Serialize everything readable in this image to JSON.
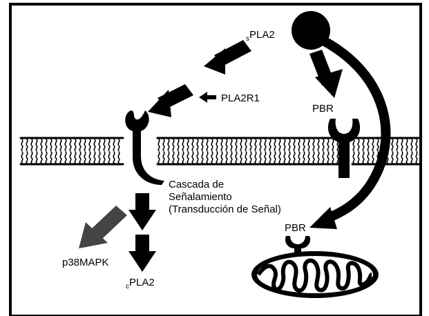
{
  "labels": {
    "spla2_sub": "s",
    "spla2_main": "PLA2",
    "pla2r1": "PLA2R1",
    "pbr_top": "PBR",
    "cascade_line1": "Cascada de",
    "cascade_line2": "Señalamiento",
    "cascade_line3": "(Transducción de Señal)",
    "pbr_mito": "PBR",
    "p38mapk": "p38MAPK",
    "cpla2_sub": "c",
    "cpla2_main": "PLA2"
  },
  "colors": {
    "ink": "#000000",
    "grey_arrow": "#444444",
    "background": "#ffffff"
  }
}
